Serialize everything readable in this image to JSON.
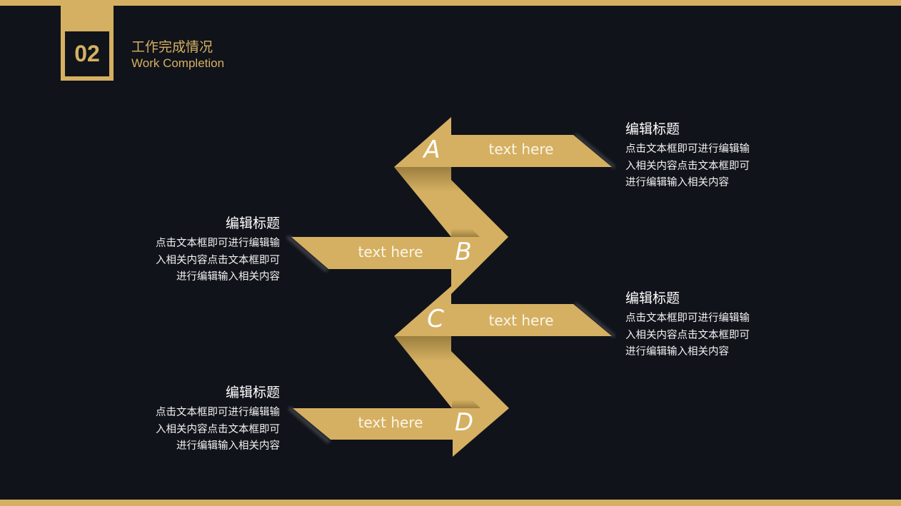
{
  "colors": {
    "background": "#11131a",
    "gold": "#d5b062",
    "gold_shadow": "#9c7f3f",
    "text_white": "#ffffff"
  },
  "header": {
    "badge_number": "02",
    "title": "工作完成情况",
    "subtitle": "Work Completion"
  },
  "steps": [
    {
      "letter": "A",
      "band_text": "text here",
      "info": {
        "title": "编辑标题",
        "lines": [
          "点击文本框即可进行编辑输",
          "入相关内容点击文本框即可",
          "进行编辑输入相关内容"
        ]
      }
    },
    {
      "letter": "B",
      "band_text": "text here",
      "info": {
        "title": "编辑标题",
        "lines": [
          "点击文本框即可进行编辑输",
          "入相关内容点击文本框即可",
          "进行编辑输入相关内容"
        ]
      }
    },
    {
      "letter": "C",
      "band_text": "text here",
      "info": {
        "title": "编辑标题",
        "lines": [
          "点击文本框即可进行编辑输",
          "入相关内容点击文本框即可",
          "进行编辑输入相关内容"
        ]
      }
    },
    {
      "letter": "D",
      "band_text": "text here",
      "info": {
        "title": "编辑标题",
        "lines": [
          "点击文本框即可进行编辑输",
          "入相关内容点击文本框即可",
          "进行编辑输入相关内容"
        ]
      }
    }
  ]
}
